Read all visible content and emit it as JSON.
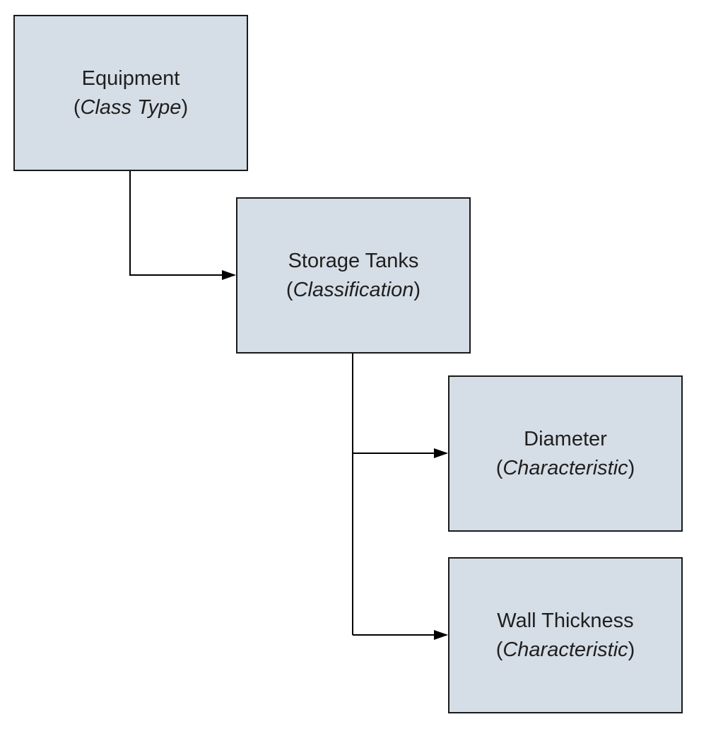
{
  "colors": {
    "node_fill": "#d5dde6",
    "node_border": "#1a1a1a",
    "connector": "#000000"
  },
  "nodes": {
    "equipment": {
      "name": "Equipment",
      "open_paren": "(",
      "type": "Class Type",
      "close_paren": ")"
    },
    "storage_tanks": {
      "name": "Storage Tanks",
      "open_paren": "(",
      "type": "Classification",
      "close_paren": ")"
    },
    "diameter": {
      "name": "Diameter",
      "open_paren": "(",
      "type": "Characteristic",
      "close_paren": ")"
    },
    "wall_thickness": {
      "name": "Wall Thickness",
      "open_paren": "(",
      "type": "Characteristic",
      "close_paren": ")"
    }
  },
  "edges": [
    {
      "from": "equipment",
      "to": "storage_tanks"
    },
    {
      "from": "storage_tanks",
      "to": "diameter"
    },
    {
      "from": "storage_tanks",
      "to": "wall_thickness"
    }
  ]
}
